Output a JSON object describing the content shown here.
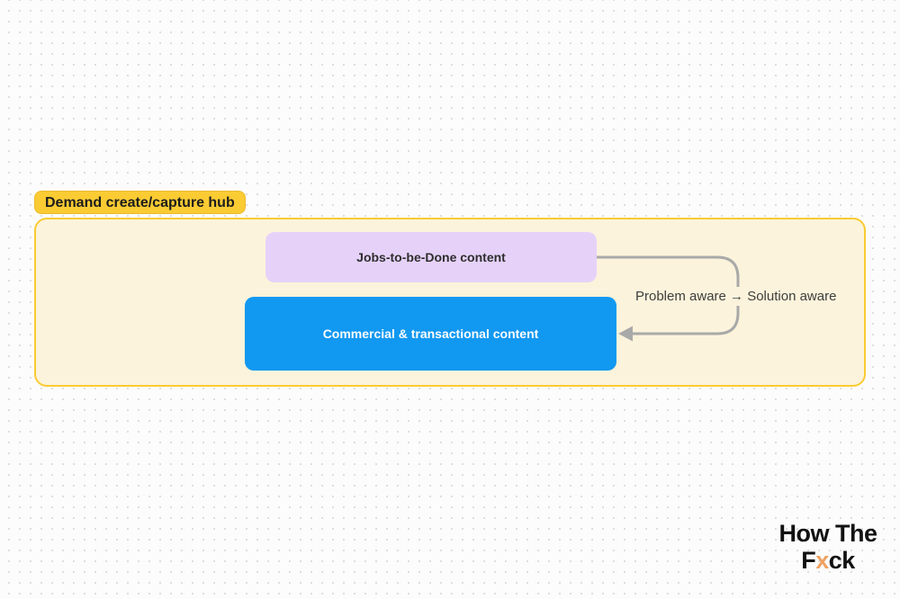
{
  "canvas": {
    "background_color": "#FCFCFC",
    "dot_color": "#DCDCDC"
  },
  "diagram": {
    "hub_label": "Demand create/capture hub",
    "hub_label_fill": "#FACB33",
    "container_fill": "#FBF3DB",
    "container_border": "#FACB33",
    "nodes": {
      "jtbd": {
        "label": "Jobs-to-be-Done content",
        "fill": "#E6D2F9",
        "text_color": "#2E2E2E"
      },
      "commercial": {
        "label": "Commercial & transactional content",
        "fill": "#1198F1",
        "text_color": "#FDFDFD"
      }
    },
    "arrow": {
      "label": "Problem aware → Solution aware",
      "color": "#A9A9A9",
      "from": "jtbd",
      "to": "commercial"
    }
  },
  "logo": {
    "line1": "How The",
    "line2_prefix": "F",
    "line2_accent": "x",
    "line2_suffix": "ck",
    "accent_color": "#EFA263"
  }
}
